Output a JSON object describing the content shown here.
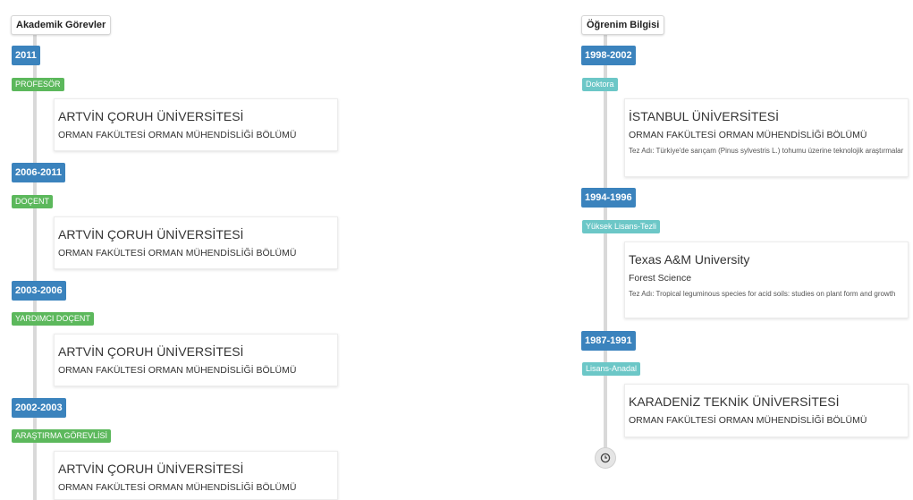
{
  "left": {
    "header": "Akademik Görevler",
    "entries": [
      {
        "years": "2011",
        "title": "PROFESÖR",
        "university": "ARTVİN ÇORUH ÜNİVERSİTESİ",
        "department": "ORMAN FAKÜLTESİ ORMAN MÜHENDİSLİĞİ BÖLÜMÜ"
      },
      {
        "years": "2006-2011",
        "title": "DOÇENT",
        "university": "ARTVİN ÇORUH ÜNİVERSİTESİ",
        "department": "ORMAN FAKÜLTESİ ORMAN MÜHENDİSLİĞİ BÖLÜMÜ"
      },
      {
        "years": "2003-2006",
        "title": "YARDIMCI DOÇENT",
        "university": "ARTVİN ÇORUH ÜNİVERSİTESİ",
        "department": "ORMAN FAKÜLTESİ ORMAN MÜHENDİSLİĞİ BÖLÜMÜ"
      },
      {
        "years": "2002-2003",
        "title": "ARAŞTIRMA GÖREVLİSİ",
        "university": "ARTVİN ÇORUH ÜNİVERSİTESİ",
        "department": "ORMAN FAKÜLTESİ ORMAN MÜHENDİSLİĞİ BÖLÜMÜ"
      }
    ]
  },
  "right": {
    "header": "Öğrenim Bilgisi",
    "entries": [
      {
        "years": "1998-2002",
        "degree": "Doktora",
        "university": "İSTANBUL ÜNİVERSİTESİ",
        "department": "ORMAN FAKÜLTESİ ORMAN MÜHENDİSLİĞİ BÖLÜMÜ",
        "thesis": "Tez Adı: Türkiye'de sarıçam (Pinus sylvestris L.) tohumu üzerine teknolojik araştırmalar"
      },
      {
        "years": "1994-1996",
        "degree": "Yüksek Lisans-Tezli",
        "university": "Texas A&M University",
        "department": "Forest Science",
        "thesis": "Tez Adı: Tropical leguminous species for acid soils: studies on plant form and growth"
      },
      {
        "years": "1987-1991",
        "degree": "Lisans-Anadal",
        "university": "KARADENİZ TEKNİK ÜNİVERSİTESİ",
        "department": "ORMAN FAKÜLTESİ ORMAN MÜHENDİSLİĞİ BÖLÜMÜ"
      }
    ],
    "end_icon": "clock-icon"
  },
  "colors": {
    "year_badge": "#3b83bd",
    "title_badge_green": "#5cb85c",
    "degree_badge_teal": "#6cc7c7",
    "timeline_axis": "#d9d9d9"
  }
}
